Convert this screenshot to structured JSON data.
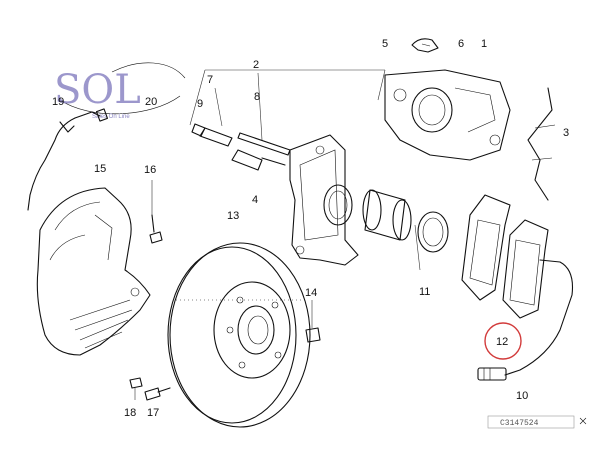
{
  "logo": {
    "mark": "SOL",
    "tagline": "Sales On Line"
  },
  "callouts": [
    {
      "id": "c1",
      "text": "1"
    },
    {
      "id": "c2",
      "text": "2"
    },
    {
      "id": "c3",
      "text": "3"
    },
    {
      "id": "c4",
      "text": "4"
    },
    {
      "id": "c5",
      "text": "5"
    },
    {
      "id": "c6",
      "text": "6"
    },
    {
      "id": "c7",
      "text": "7"
    },
    {
      "id": "c8",
      "text": "8"
    },
    {
      "id": "c9",
      "text": "9"
    },
    {
      "id": "c10",
      "text": "10"
    },
    {
      "id": "c11",
      "text": "11"
    },
    {
      "id": "c12",
      "text": "12"
    },
    {
      "id": "c13",
      "text": "13"
    },
    {
      "id": "c14",
      "text": "14"
    },
    {
      "id": "c15",
      "text": "15"
    },
    {
      "id": "c16",
      "text": "16"
    },
    {
      "id": "c17",
      "text": "17"
    },
    {
      "id": "c18",
      "text": "18"
    },
    {
      "id": "c19",
      "text": "19"
    },
    {
      "id": "c20",
      "text": "20"
    }
  ],
  "highlight": {
    "callout": "12",
    "color": "#d23b3b"
  },
  "reference_code": "C3147524"
}
